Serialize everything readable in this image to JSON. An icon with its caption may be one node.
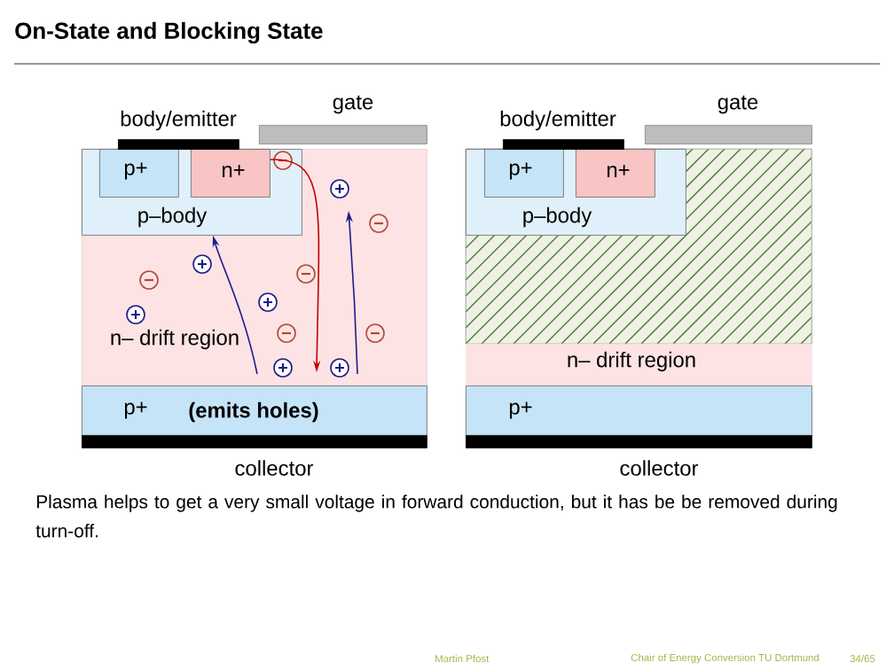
{
  "diagram": {
    "title": "On-State and Blocking State",
    "caption": "Plasma helps to get a very small voltage in forward conduction, but it has be be removed during turn-off.",
    "nodes": [
      {
        "text": [
          "body/emitter"
        ]
      },
      {
        "text": [
          "gate"
        ]
      },
      {
        "text": [
          "n– drift region"
        ]
      },
      {
        "text": [
          "p–body"
        ],
        "in": 2
      },
      {
        "text": [
          "p+"
        ],
        "in": 3
      },
      {
        "text": [
          "n+"
        ],
        "in": 3
      },
      {
        "text": [
          "p+",
          "(emits holes)"
        ]
      },
      {
        "text": [
          "collector"
        ]
      },
      {
        "text": [
          "body/emitter"
        ]
      },
      {
        "text": [
          "gate"
        ]
      },
      {
        "text": [],
        "shape": "box"
      },
      {
        "text": [
          "p–body"
        ],
        "in": 10
      },
      {
        "text": [
          "p+"
        ],
        "in": 11
      },
      {
        "text": [
          "n+"
        ],
        "in": 11
      },
      {
        "text": [
          "n– drift region"
        ]
      },
      {
        "text": [
          "p+"
        ]
      },
      {
        "text": [
          "collector"
        ]
      }
    ],
    "edges": [
      {
        "from": 5,
        "to": 6,
        "arrow": "to",
        "color": "#c00000"
      },
      {
        "from": 6,
        "to": 3,
        "arrow": "to"
      },
      {
        "from": 6,
        "to": null,
        "arrow": "to"
      }
    ],
    "labels": [
      "Martin Pfost",
      "Chair of Energy Conversion TU Dortmund",
      "34/65"
    ]
  }
}
